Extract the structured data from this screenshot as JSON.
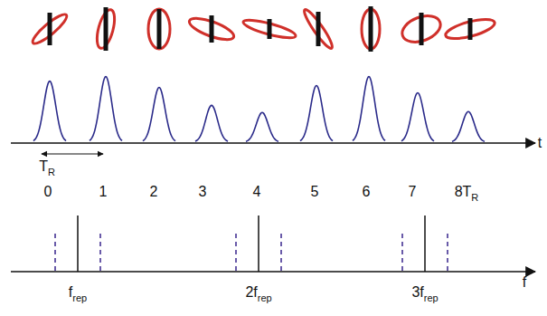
{
  "diagram": {
    "labels": [
      "TR",
      "0",
      "1",
      "2",
      "3",
      "4",
      "5",
      "6",
      "7",
      "8TR",
      "t",
      "frep",
      "2frep",
      "3frep",
      "f"
    ]
  }
}
